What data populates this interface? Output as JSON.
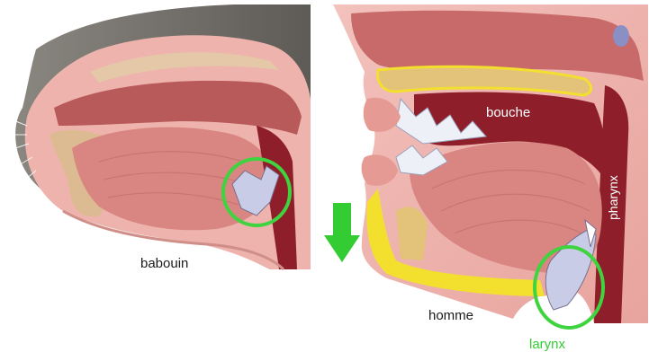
{
  "labels": {
    "baboon": "babouin",
    "mouth": "bouche",
    "pharynx": "pharynx",
    "human": "homme",
    "larynx": "larynx"
  },
  "colors": {
    "highlight": "#3fd43f",
    "arrow": "#33cc33",
    "tissue": "#e9a4a0",
    "muscle": "#d98682",
    "cavity": "#8e1f2a",
    "bone": "#e3c27a",
    "marrow": "#f3df2e",
    "fur": "#6f6b66",
    "cartilage": "#c8cce6"
  },
  "icons": [
    "down-arrow-icon"
  ]
}
